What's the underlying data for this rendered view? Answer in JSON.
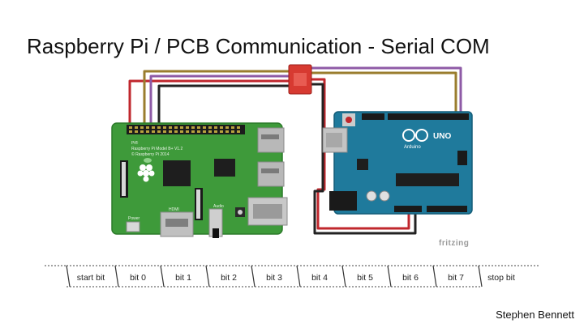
{
  "slide": {
    "title": "Raspberry Pi / PCB Communication - Serial COM",
    "author": "Stephen Bennett"
  },
  "diagram": {
    "brand": "fritzing",
    "pi_silkscreen": [
      "Pi®",
      "Raspberry Pi Model B+ V1.2",
      "© Raspberry Pi 2014"
    ],
    "pi_power_label": "Power",
    "pi_hdmi_label": "HDMI",
    "pi_audio_label": "Audio",
    "arduino_brand": "UNO",
    "arduino_sub": "Arduino",
    "wire_colors": {
      "red": "#c0272d",
      "black": "#222222",
      "olive": "#9a7d2e",
      "purple": "#8e5aa6"
    }
  },
  "serial_frame": {
    "bits": [
      "start bit",
      "bit 0",
      "bit 1",
      "bit 2",
      "bit 3",
      "bit 4",
      "bit 5",
      "bit 6",
      "bit 7",
      "stop bit"
    ]
  }
}
